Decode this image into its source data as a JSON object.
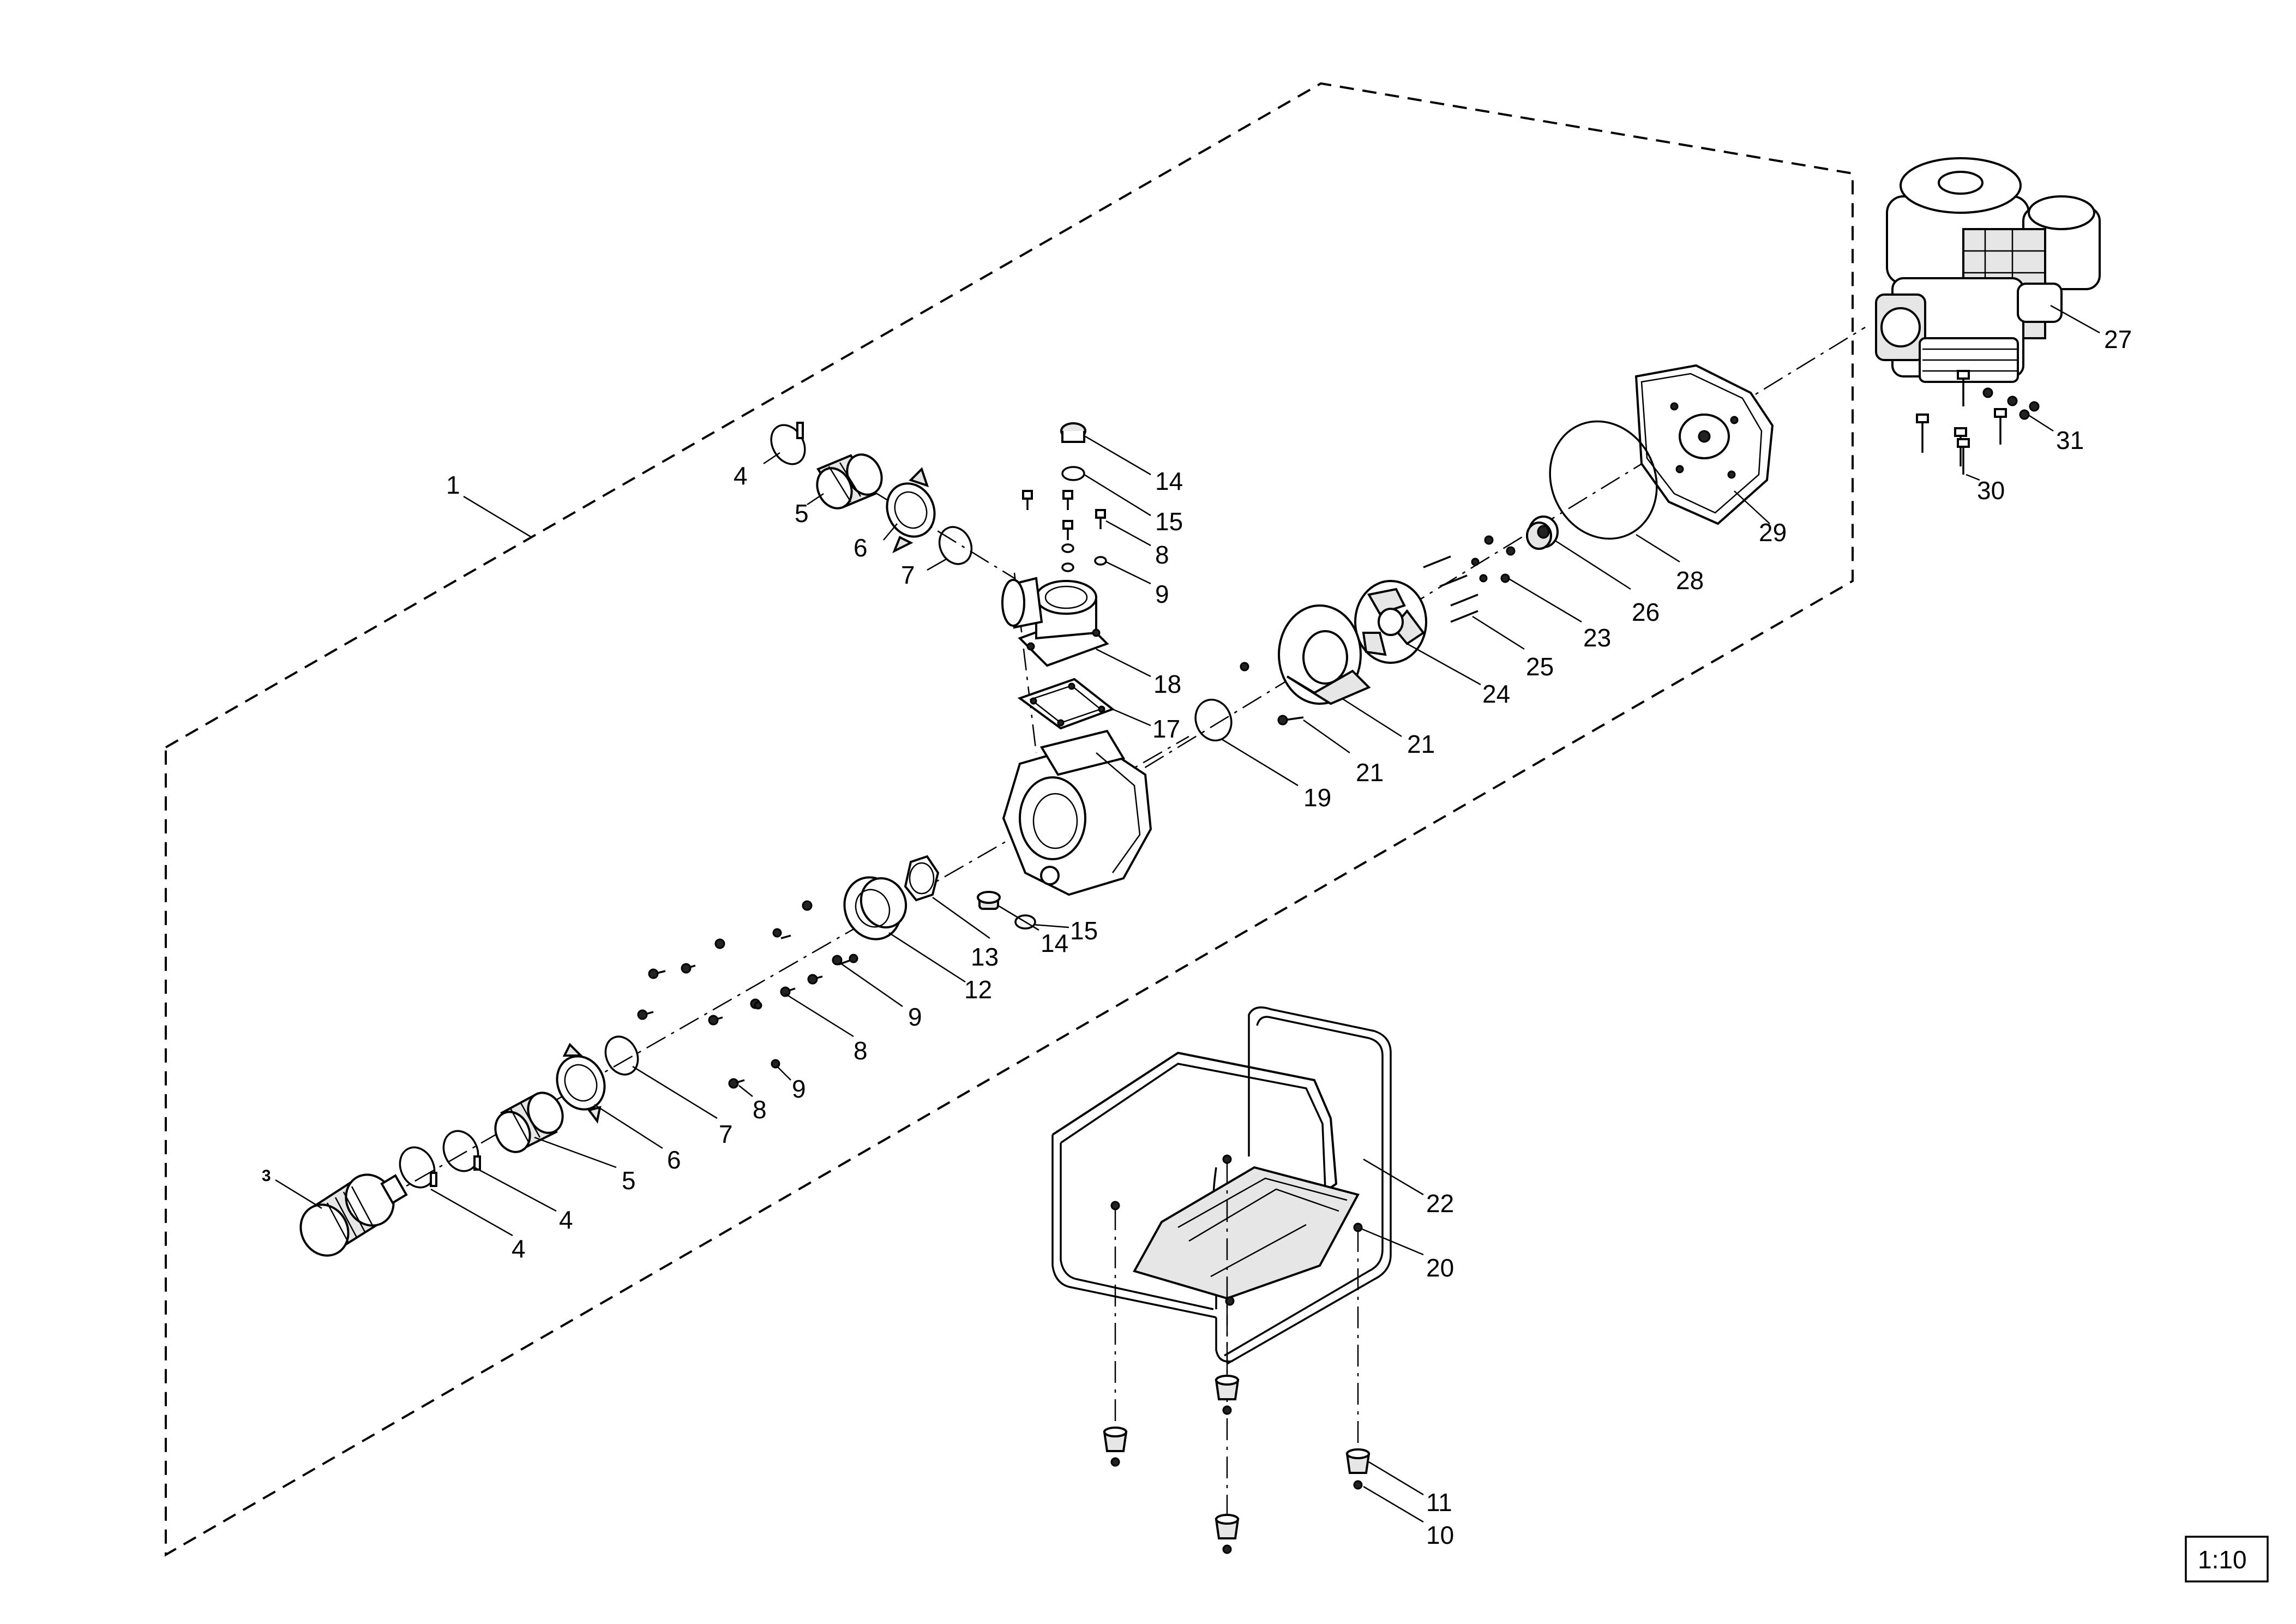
{
  "labels": {
    "l1": "1",
    "l3": "3",
    "l4a": "4",
    "l4b": "4",
    "l4c": "4",
    "l5a": "5",
    "l5b": "5",
    "l6a": "6",
    "l6b": "6",
    "l7a": "7",
    "l7b": "7",
    "l8a": "8",
    "l8b": "8",
    "l8c": "8",
    "l9a": "9",
    "l9b": "9",
    "l9c": "9",
    "l10": "10",
    "l11": "11",
    "l12": "12",
    "l13": "13",
    "l14a": "14",
    "l14b": "14",
    "l15a": "15",
    "l15b": "15",
    "l17": "17",
    "l18": "18",
    "l19": "19",
    "l20": "20",
    "l21a": "21",
    "l21b": "21",
    "l22": "22",
    "l23": "23",
    "l24": "24",
    "l25": "25",
    "l26": "26",
    "l27": "27",
    "l28": "28",
    "l29": "29",
    "l30": "30",
    "l31": "31"
  },
  "scale": "1:10"
}
